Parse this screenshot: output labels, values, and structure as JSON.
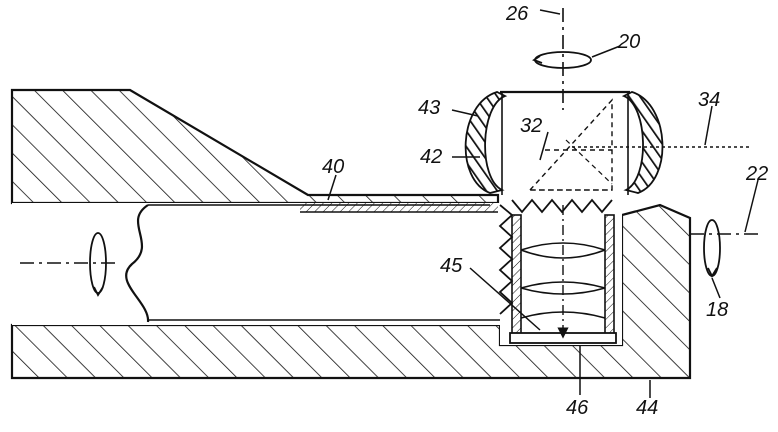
{
  "figure": {
    "ink_color": "#111111",
    "background_color": "#ffffff",
    "reference_numerals": [
      "26",
      "20",
      "43",
      "34",
      "32",
      "42",
      "40",
      "22",
      "45",
      "18",
      "46",
      "44"
    ]
  }
}
